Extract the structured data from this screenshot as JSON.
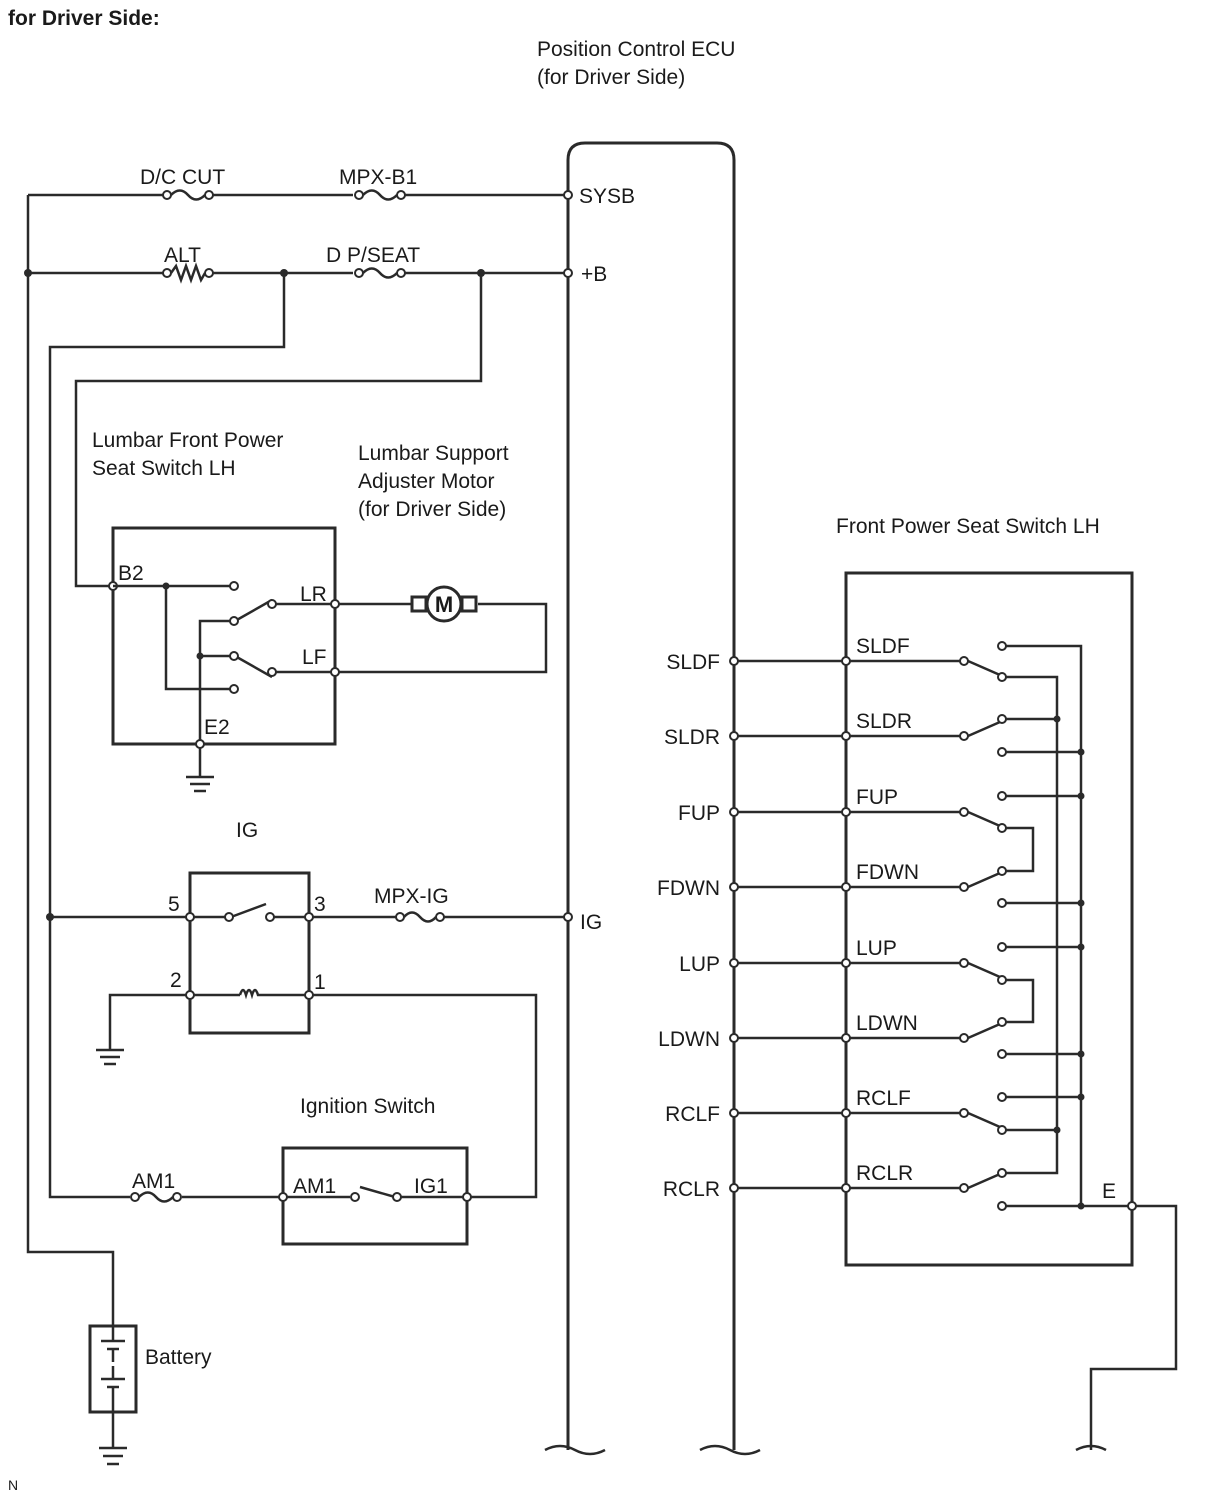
{
  "heading": "for Driver Side:",
  "ecu": {
    "title_line1": "Position Control ECU",
    "title_line2": "(for Driver Side)"
  },
  "fuses": {
    "dc_cut": "D/C CUT",
    "mpx_b1": "MPX-B1",
    "alt": "ALT",
    "dp_seat": "D P/SEAT",
    "mpx_ig": "MPX-IG",
    "am1": "AM1"
  },
  "ecu_terminals": {
    "sysb": "SYSB",
    "plus_b": "+B",
    "ig": "IG"
  },
  "lumbar_switch": {
    "title_line1": "Lumbar Front Power",
    "title_line2": "Seat Switch LH",
    "b2": "B2",
    "lr": "LR",
    "lf": "LF",
    "e2": "E2"
  },
  "lumbar_motor": {
    "title_line1": "Lumbar Support",
    "title_line2": "Adjuster Motor",
    "title_line3": "(for Driver Side)",
    "symbol": "M"
  },
  "ig_relay": {
    "title": "IG",
    "pin5": "5",
    "pin3": "3",
    "pin2": "2",
    "pin1": "1"
  },
  "ignition_switch": {
    "title": "Ignition Switch",
    "am1": "AM1",
    "ig1": "IG1"
  },
  "battery": {
    "label": "Battery"
  },
  "seat_switch": {
    "title": "Front Power Seat Switch LH",
    "e": "E"
  },
  "signals": [
    "SLDF",
    "SLDR",
    "FUP",
    "FDWN",
    "LUP",
    "LDWN",
    "RCLF",
    "RCLR"
  ],
  "footer_mark": "N"
}
